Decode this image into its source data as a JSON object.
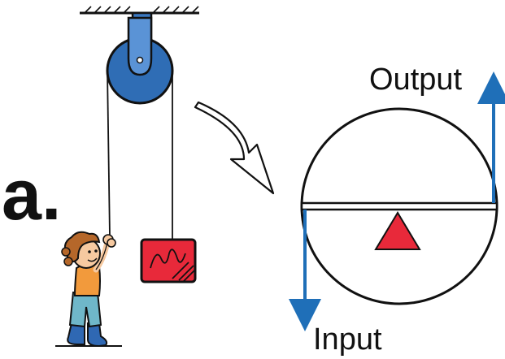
{
  "panel": {
    "letter": "a."
  },
  "labels": {
    "output": "Output",
    "input": "Input"
  },
  "icons": {
    "pulley": "pulley-wheel-icon",
    "load": "weight-block-icon",
    "person": "child-pulling-rope-icon",
    "transition": "curved-arrow-icon",
    "fulcrum": "triangle-fulcrum-icon"
  },
  "colors": {
    "pulley": "#2f6db5",
    "load": "#e8293a",
    "fulcrum": "#e8293a",
    "force_arrow": "#1f6fb8",
    "skin": "#f6c9a0",
    "hair": "#b5672a",
    "shirt": "#f29a3c",
    "pants": "#6fb7c9",
    "boots": "#2f68b3"
  }
}
